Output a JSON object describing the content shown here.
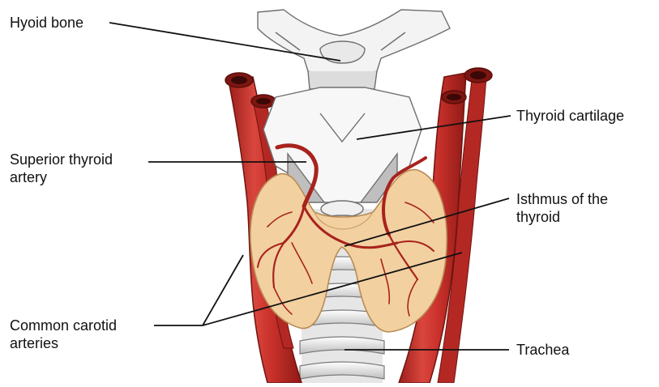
{
  "colors": {
    "artery": "#c8302a",
    "artery_dark": "#8e1a16",
    "artery_highlight": "#e5726b",
    "thyroid": "#f4d3a6",
    "thyroid_edge": "#c9a06a",
    "cartilage": "#f5f5f5",
    "cartilage_shadow": "#c4c4c4",
    "leader": "#111111"
  },
  "labels": {
    "hyoid_bone": "Hyoid bone",
    "thyroid_cartilage": "Thyroid cartilage",
    "superior_thyroid_artery": "Superior thyroid\nartery",
    "isthmus": "Isthmus of the\nthyroid",
    "common_carotid": "Common carotid\narteries",
    "trachea": "Trachea"
  }
}
